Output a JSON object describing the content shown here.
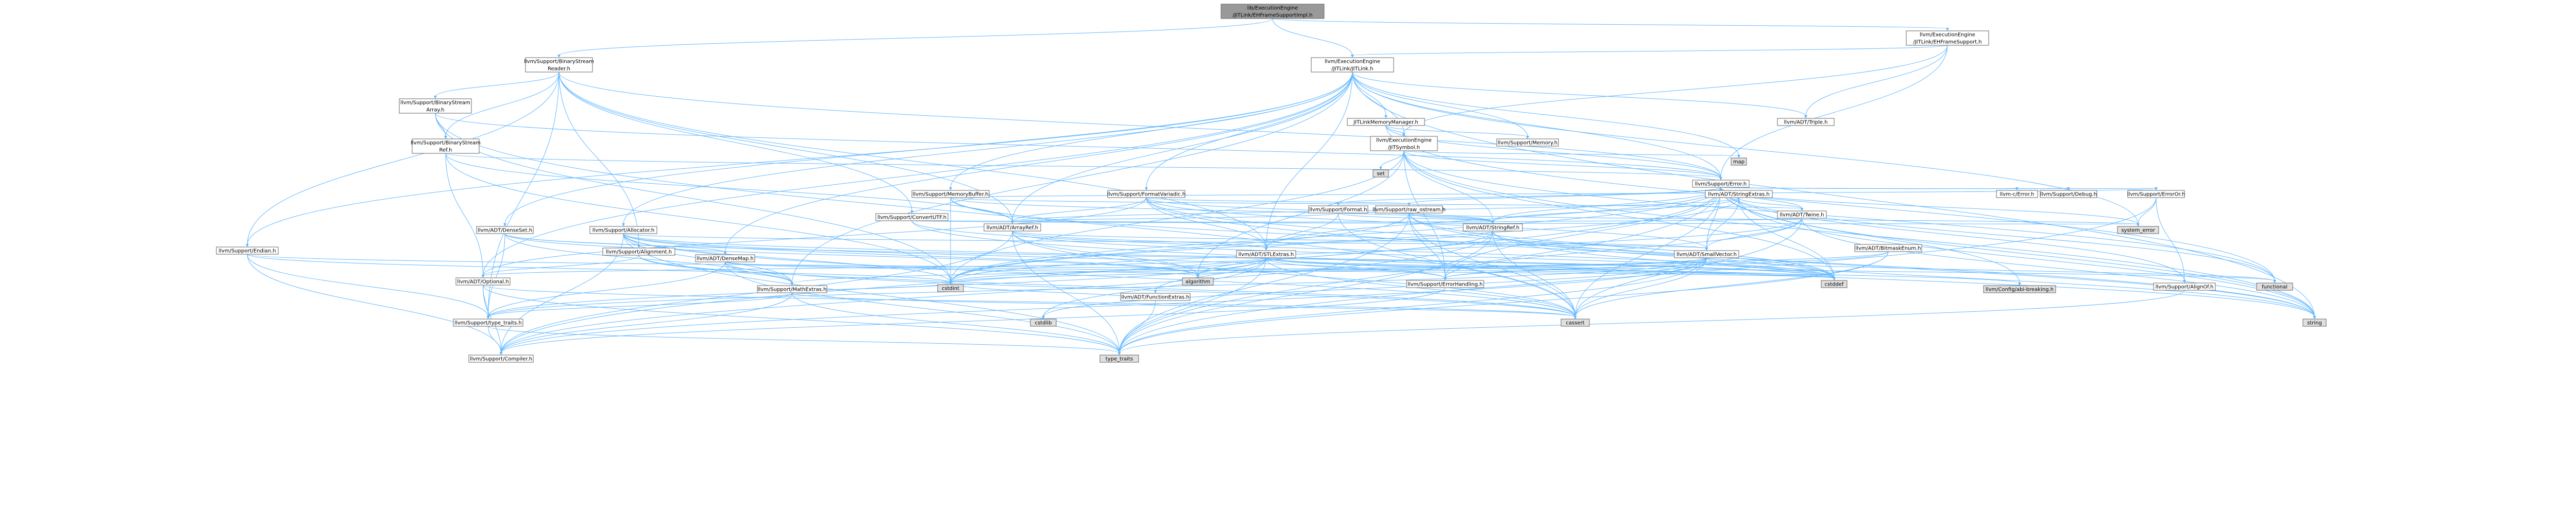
{
  "nodes": [
    {
      "id": "root",
      "lines": [
        "lib/ExecutionEngine",
        "/JITLink/EHFrameSupportImpl.h"
      ],
      "fill": "#999999",
      "link": false
    },
    {
      "id": "bsr",
      "lines": [
        "llvm/Support/BinaryStream",
        "Reader.h"
      ],
      "fill": "#ffffff",
      "link": true
    },
    {
      "id": "ehfs",
      "lines": [
        "llvm/ExecutionEngine",
        "/JITLink/EHFrameSupport.h"
      ],
      "fill": "#ffffff",
      "link": true
    },
    {
      "id": "jitlink",
      "lines": [
        "llvm/ExecutionEngine",
        "/JITLink/JITLink.h"
      ],
      "fill": "#ffffff",
      "link": true
    },
    {
      "id": "bsa",
      "lines": [
        "llvm/Support/BinaryStream",
        "Array.h"
      ],
      "fill": "#ffffff",
      "link": true,
      "red": true
    },
    {
      "id": "jlmm",
      "lines": [
        "JITLinkMemoryManager.h"
      ],
      "fill": "#ffffff",
      "link": true,
      "red": true
    },
    {
      "id": "triple",
      "lines": [
        "llvm/ADT/Triple.h"
      ],
      "fill": "#ffffff",
      "link": true
    },
    {
      "id": "bsref",
      "lines": [
        "llvm/Support/BinaryStream",
        "Ref.h"
      ],
      "fill": "#ffffff",
      "link": true,
      "red": true
    },
    {
      "id": "jitsym",
      "lines": [
        "llvm/ExecutionEngine",
        "/JITSymbol.h"
      ],
      "fill": "#ffffff",
      "link": true
    },
    {
      "id": "memory",
      "lines": [
        "llvm/Support/Memory.h"
      ],
      "fill": "#ffffff",
      "link": true,
      "red": true
    },
    {
      "id": "map",
      "lines": [
        "map"
      ],
      "fill": "#e0e0e0",
      "link": false
    },
    {
      "id": "set",
      "lines": [
        "set"
      ],
      "fill": "#e0e0e0",
      "link": false
    },
    {
      "id": "error",
      "lines": [
        "llvm/Support/Error.h"
      ],
      "fill": "#ffffff",
      "link": true,
      "red": true
    },
    {
      "id": "membuf",
      "lines": [
        "llvm/Support/MemoryBuffer.h"
      ],
      "fill": "#ffffff",
      "link": true,
      "red": true
    },
    {
      "id": "fmtvar",
      "lines": [
        "llvm/Support/FormatVariadic.h"
      ],
      "fill": "#ffffff",
      "link": true,
      "red": true
    },
    {
      "id": "strextras",
      "lines": [
        "llvm/ADT/StringExtras.h"
      ],
      "fill": "#ffffff",
      "link": true,
      "red": true
    },
    {
      "id": "cerror",
      "lines": [
        "llvm-c/Error.h"
      ],
      "fill": "#ffffff",
      "link": true,
      "red": true
    },
    {
      "id": "debug",
      "lines": [
        "llvm/Support/Debug.h"
      ],
      "fill": "#ffffff",
      "link": true
    },
    {
      "id": "erroror",
      "lines": [
        "llvm/Support/ErrorOr.h"
      ],
      "fill": "#ffffff",
      "link": true,
      "red": true
    },
    {
      "id": "convutf",
      "lines": [
        "llvm/Support/ConvertUTF.h"
      ],
      "fill": "#ffffff",
      "link": true
    },
    {
      "id": "format",
      "lines": [
        "llvm/Support/Format.h"
      ],
      "fill": "#ffffff",
      "link": true,
      "red": true
    },
    {
      "id": "rawos",
      "lines": [
        "llvm/Support/raw_ostream.h"
      ],
      "fill": "#ffffff",
      "link": true,
      "red": true
    },
    {
      "id": "twine",
      "lines": [
        "llvm/ADT/Twine.h"
      ],
      "fill": "#ffffff",
      "link": true
    },
    {
      "id": "densemapset",
      "lines": [
        "llvm/ADT/DenseSet.h"
      ],
      "fill": "#ffffff",
      "link": true,
      "red": true
    },
    {
      "id": "allocator",
      "lines": [
        "llvm/Support/Allocator.h"
      ],
      "fill": "#ffffff",
      "link": true,
      "red": true
    },
    {
      "id": "arrayref",
      "lines": [
        "llvm/ADT/ArrayRef.h"
      ],
      "fill": "#ffffff",
      "link": true,
      "red": true
    },
    {
      "id": "stringref",
      "lines": [
        "llvm/ADT/StringRef.h"
      ],
      "fill": "#ffffff",
      "link": true,
      "red": true
    },
    {
      "id": "syserr",
      "lines": [
        "system_error"
      ],
      "fill": "#e0e0e0",
      "link": false
    },
    {
      "id": "endian",
      "lines": [
        "llvm/Support/Endian.h"
      ],
      "fill": "#ffffff",
      "link": true,
      "red": true
    },
    {
      "id": "alignment",
      "lines": [
        "llvm/Support/Alignment.h"
      ],
      "fill": "#ffffff",
      "link": true
    },
    {
      "id": "densemap",
      "lines": [
        "llvm/ADT/DenseMap.h"
      ],
      "fill": "#ffffff",
      "link": true,
      "red": true
    },
    {
      "id": "stlextras",
      "lines": [
        "llvm/ADT/STLExtras.h"
      ],
      "fill": "#ffffff",
      "link": true,
      "red": true
    },
    {
      "id": "smallvec",
      "lines": [
        "llvm/ADT/SmallVector.h"
      ],
      "fill": "#ffffff",
      "link": true,
      "red": true
    },
    {
      "id": "bitmask",
      "lines": [
        "llvm/ADT/BitmaskEnum.h"
      ],
      "fill": "#ffffff",
      "link": true,
      "red": true
    },
    {
      "id": "optional",
      "lines": [
        "llvm/ADT/Optional.h"
      ],
      "fill": "#ffffff",
      "link": true,
      "red": true
    },
    {
      "id": "mathext",
      "lines": [
        "llvm/Support/MathExtras.h"
      ],
      "fill": "#ffffff",
      "link": true,
      "red": true
    },
    {
      "id": "cstdint",
      "lines": [
        "cstdint"
      ],
      "fill": "#e0e0e0",
      "link": false
    },
    {
      "id": "algorithm",
      "lines": [
        "algorithm"
      ],
      "fill": "#e0e0e0",
      "link": false
    },
    {
      "id": "funcext",
      "lines": [
        "llvm/ADT/FunctionExtras.h"
      ],
      "fill": "#ffffff",
      "link": true,
      "red": true
    },
    {
      "id": "errhandling",
      "lines": [
        "llvm/Support/ErrorHandling.h"
      ],
      "fill": "#ffffff",
      "link": true
    },
    {
      "id": "cstddef",
      "lines": [
        "cstddef"
      ],
      "fill": "#e0e0e0",
      "link": false
    },
    {
      "id": "config",
      "lines": [
        "llvm/Config/abi-breaking.h"
      ],
      "fill": "#e0e0e0",
      "link": false
    },
    {
      "id": "alignof",
      "lines": [
        "llvm/Support/AlignOf.h"
      ],
      "fill": "#ffffff",
      "link": true
    },
    {
      "id": "functional",
      "lines": [
        "functional"
      ],
      "fill": "#e0e0e0",
      "link": false
    },
    {
      "id": "typetraits",
      "lines": [
        "llvm/Support/type_traits.h"
      ],
      "fill": "#ffffff",
      "link": true,
      "red": true
    },
    {
      "id": "cstdlib",
      "lines": [
        "cstdlib"
      ],
      "fill": "#e0e0e0",
      "link": false
    },
    {
      "id": "cassert",
      "lines": [
        "cassert"
      ],
      "fill": "#e0e0e0",
      "link": false
    },
    {
      "id": "string",
      "lines": [
        "string"
      ],
      "fill": "#e0e0e0",
      "link": false
    },
    {
      "id": "compiler",
      "lines": [
        "llvm/Support/Compiler.h"
      ],
      "fill": "#ffffff",
      "link": true,
      "red": true
    },
    {
      "id": "stdtypetraits",
      "lines": [
        "type_traits"
      ],
      "fill": "#e0e0e0",
      "link": false
    }
  ],
  "colors": {
    "edge": "#63b8ff",
    "edge_dark": "#1f4e79",
    "red_border": "#ff0000",
    "node_border": "#666666"
  }
}
